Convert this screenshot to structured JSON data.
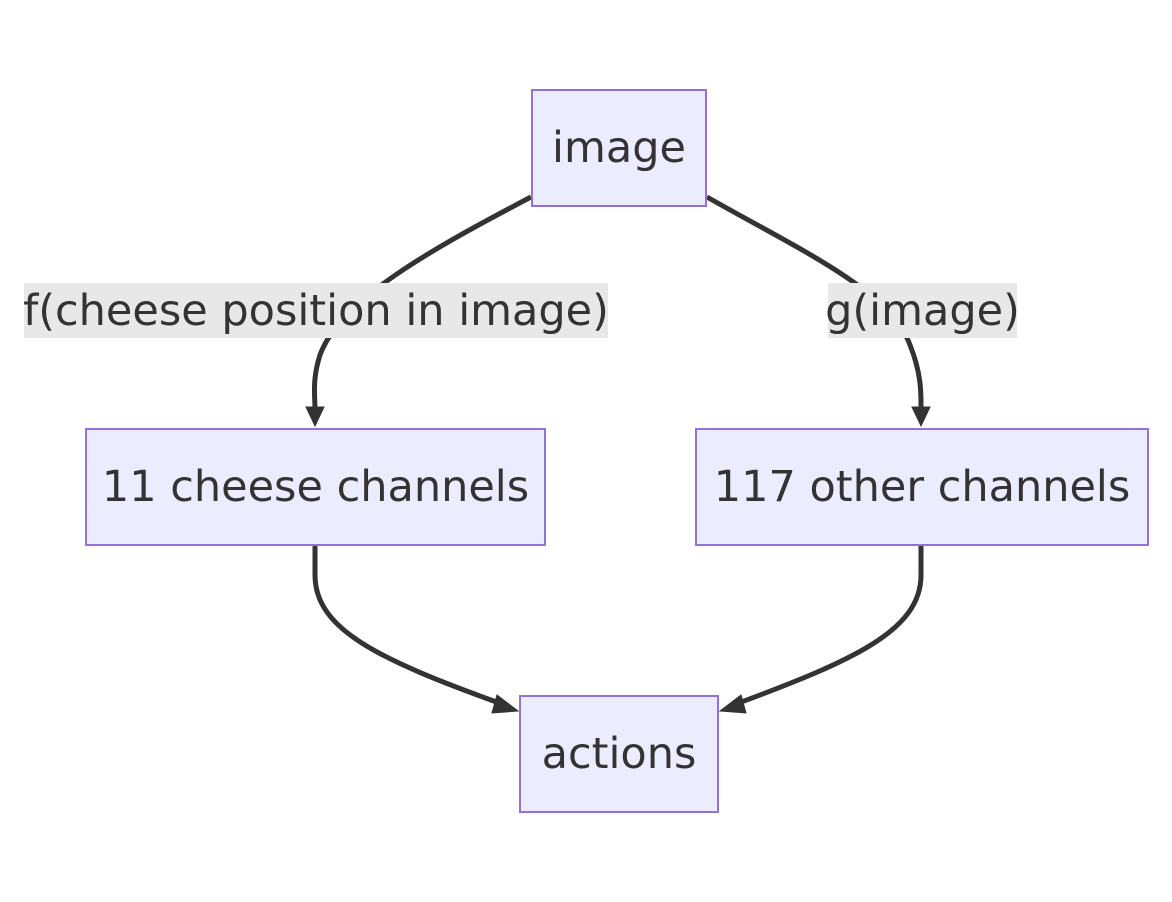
{
  "diagram": {
    "type": "flowchart",
    "colors": {
      "node_fill": "#ECECFF",
      "node_border": "#9370DB",
      "edge": "#333333",
      "label_background": "#e8e8e8",
      "text": "#333333"
    },
    "nodes": {
      "image": "image",
      "cheese_channels": "11 cheese channels",
      "other_channels": "117 other channels",
      "actions": "actions"
    },
    "edges": [
      {
        "from": "image",
        "to": "cheese_channels",
        "label": "f(cheese position in image)"
      },
      {
        "from": "image",
        "to": "other_channels",
        "label": "g(image)"
      },
      {
        "from": "cheese_channels",
        "to": "actions",
        "label": ""
      },
      {
        "from": "other_channels",
        "to": "actions",
        "label": ""
      }
    ]
  }
}
